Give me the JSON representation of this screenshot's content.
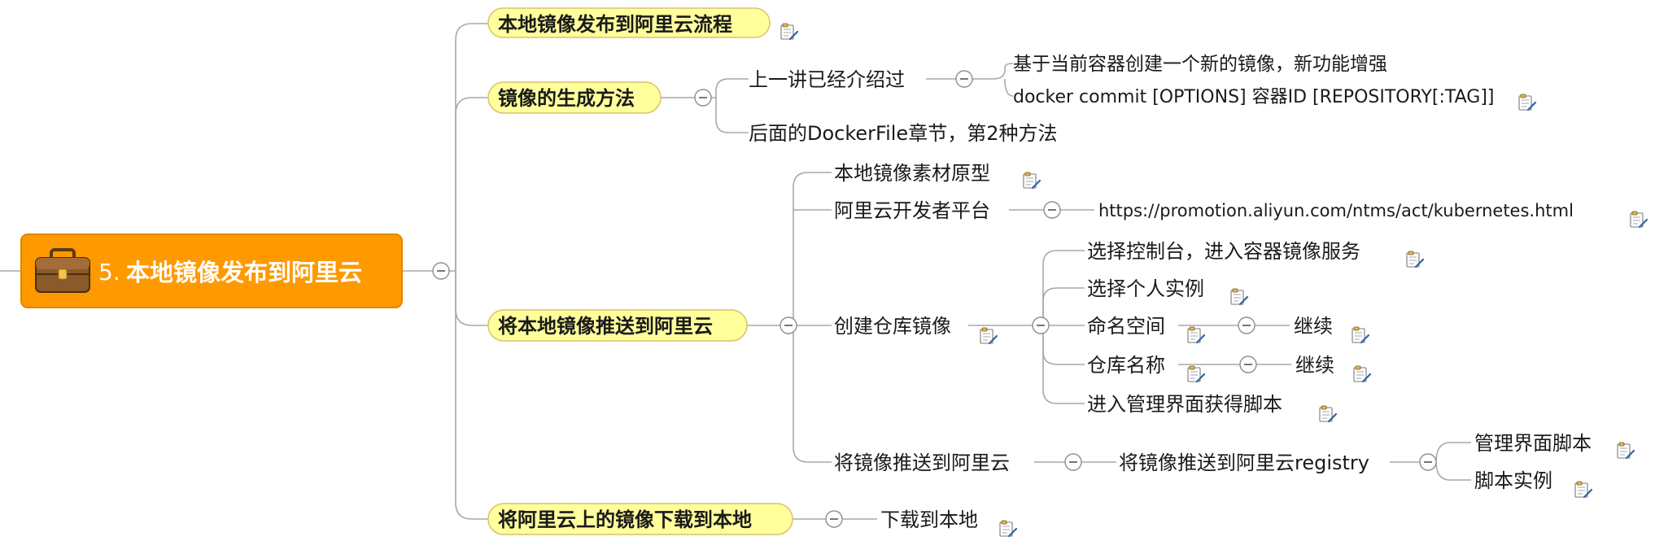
{
  "root": {
    "number": "5.",
    "title": "本地镜像发布到阿里云",
    "icon": "briefcase-icon",
    "color": "#FF9900"
  },
  "branches": {
    "b1": {
      "label": "本地镜像发布到阿里云流程"
    },
    "b2": {
      "label": "镜像的生成方法",
      "items": {
        "prev": {
          "label": "上一讲已经介绍过",
          "details": [
            "基于当前容器创建一个新的镜像，新功能增强",
            "docker commit [OPTIONS] 容器ID [REPOSITORY[:TAG]]"
          ]
        },
        "later": {
          "label": "后面的DockerFile章节，第2种方法"
        }
      }
    },
    "b3": {
      "label": "将本地镜像推送到阿里云",
      "items": {
        "prototype": {
          "label": "本地镜像素材原型"
        },
        "platform": {
          "label": "阿里云开发者平台",
          "url": "https://promotion.aliyun.com/ntms/act/kubernetes.html"
        },
        "create": {
          "label": "创建仓库镜像",
          "steps": {
            "console": {
              "label": "选择控制台，进入容器镜像服务"
            },
            "instance": {
              "label": "选择个人实例"
            },
            "namespace": {
              "label": "命名空间",
              "child": "继续"
            },
            "repo": {
              "label": "仓库名称",
              "child": "继续"
            },
            "script": {
              "label": "进入管理界面获得脚本"
            }
          }
        },
        "push": {
          "label": "将镜像推送到阿里云",
          "child": "将镜像推送到阿里云registry",
          "leaves": [
            "管理界面脚本",
            "脚本实例"
          ]
        }
      }
    },
    "b4": {
      "label": "将阿里云上的镜像下载到本地",
      "child": "下载到本地"
    }
  },
  "colors": {
    "root_fill": "#FF9900",
    "root_stroke": "#E08600",
    "branch_fill": "#FFFF9C",
    "branch_stroke": "#D9C26A",
    "connector": "#A9A9A9",
    "secondary_text": "#595959"
  }
}
